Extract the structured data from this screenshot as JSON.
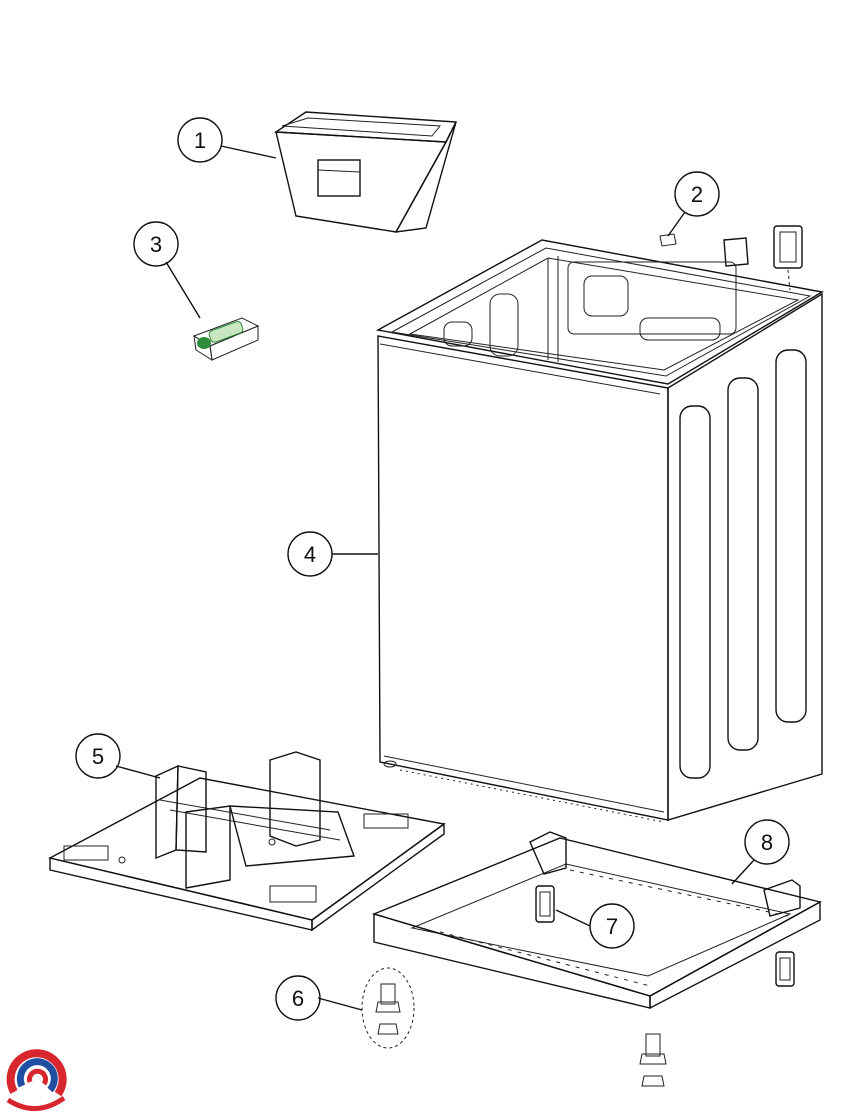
{
  "callouts": [
    {
      "id": "c1",
      "label": "1"
    },
    {
      "id": "c2",
      "label": "2"
    },
    {
      "id": "c3",
      "label": "3"
    },
    {
      "id": "c4",
      "label": "4"
    },
    {
      "id": "c5",
      "label": "5"
    },
    {
      "id": "c6",
      "label": "6"
    },
    {
      "id": "c7",
      "label": "7"
    },
    {
      "id": "c8",
      "label": "8"
    }
  ],
  "colors": {
    "line": "#111111",
    "part_fill": "#ffffff",
    "shade": "#ececec",
    "green_part": "#2e8b3a",
    "logo_red": "#d7262d",
    "logo_blue": "#1f4fa3"
  }
}
